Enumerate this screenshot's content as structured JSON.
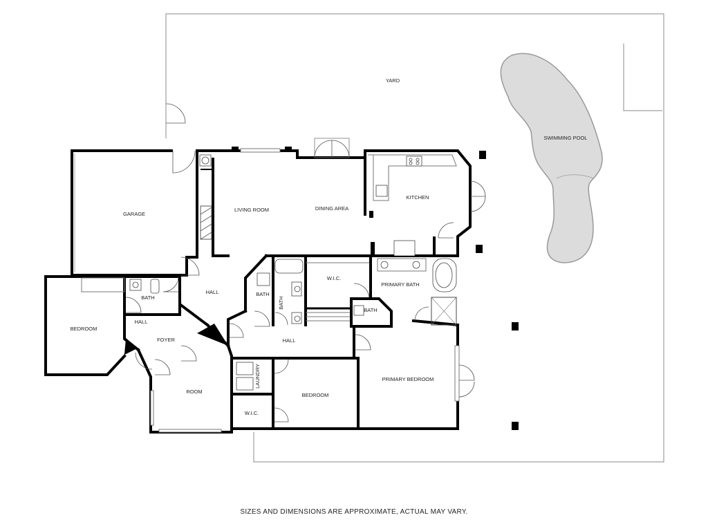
{
  "rooms": {
    "yard": "YARD",
    "swimming_pool": "SWIMMING POOL",
    "garage": "GARAGE",
    "living_room": "LIVING ROOM",
    "dining_area": "DINING AREA",
    "kitchen": "KITCHEN",
    "hall_main": "HALL",
    "bath_left": "BATH",
    "hall_small": "HALL",
    "bedroom_left": "BEDROOM",
    "foyer": "FOYER",
    "room": "ROOM",
    "bath_center_1": "BATH",
    "bath_center_2": "BATH",
    "wic_center": "W.I.C.",
    "primary_bath": "PRIMARY BATH",
    "bath_small": "BATH",
    "hall_lower": "HALL",
    "laundry": "LAUNDRY",
    "wic_lower": "W.I.C.",
    "bedroom_center": "BEDROOM",
    "primary_bedroom": "PRIMARY BEDROOM"
  },
  "footer": {
    "disclaimer": "SIZES AND DIMENSIONS ARE APPROXIMATE, ACTUAL MAY VARY."
  },
  "colors": {
    "wall": "#000000",
    "pool_fill": "#dcdcdc",
    "background": "#ffffff"
  }
}
